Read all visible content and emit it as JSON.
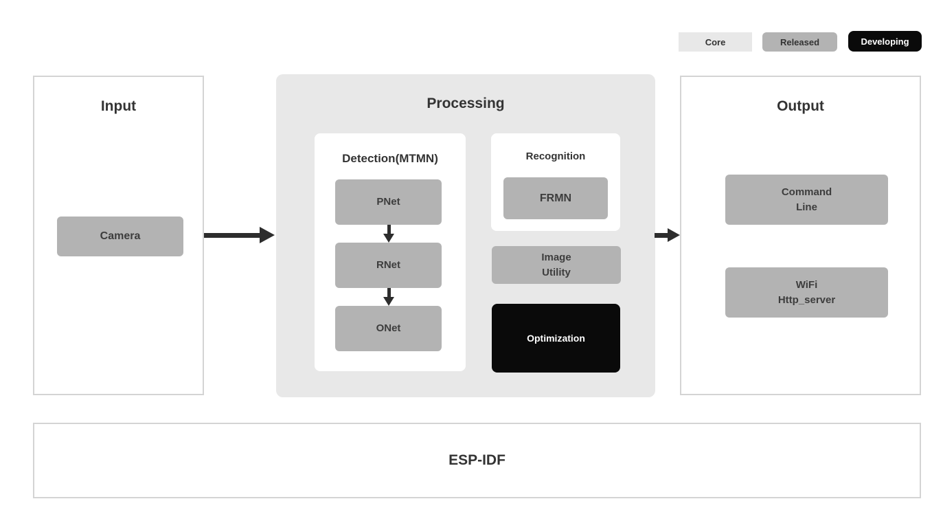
{
  "legend": {
    "items": [
      {
        "label": "Core",
        "color": "#e8e8e8"
      },
      {
        "label": "Released",
        "color": "#b3b3b3"
      },
      {
        "label": "Developing",
        "color": "#0a0a0a"
      }
    ]
  },
  "input": {
    "title": "Input",
    "camera_label": "Camera"
  },
  "processing": {
    "title": "Processing",
    "detection": {
      "title": "Detection(MTMN)",
      "nodes": [
        "PNet",
        "RNet",
        "ONet"
      ]
    },
    "recognition": {
      "title": "Recognition",
      "node": "FRMN"
    },
    "image_utility": {
      "line1": "Image",
      "line2": "Utility"
    },
    "optimization": {
      "label": "Optimization"
    }
  },
  "output": {
    "title": "Output",
    "nodes": [
      {
        "line1": "Command",
        "line2": "Line"
      },
      {
        "line1": "WiFi",
        "line2": "Http_server"
      }
    ]
  },
  "foundation": {
    "title": "ESP-IDF"
  },
  "colors": {
    "node_gray": "#b3b3b3",
    "container_gray": "#e8e8e8",
    "black": "#0a0a0a",
    "panel_border": "#d4d4d4",
    "text_dark": "#333333",
    "arrow": "#2d2d2d"
  }
}
